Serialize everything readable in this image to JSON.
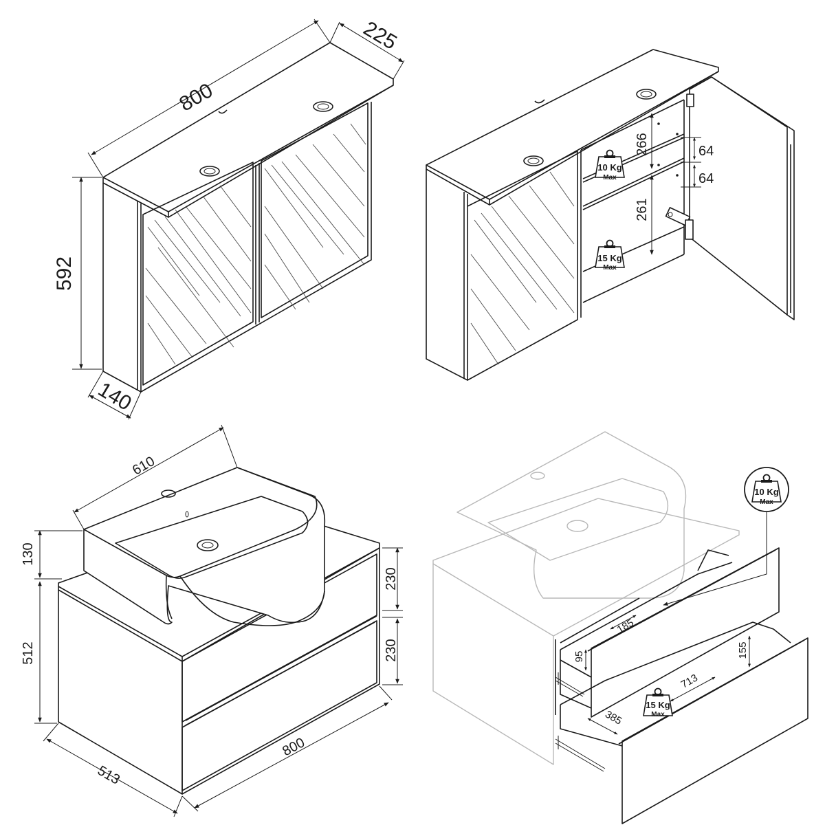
{
  "mirror_cabinet": {
    "width": "800",
    "depth_top": "225",
    "height": "592",
    "depth_body": "140"
  },
  "mirror_cabinet_open": {
    "shelf_gap_top": "266",
    "shelf_gap_bottom": "261",
    "shelf_offset_1": "64",
    "shelf_offset_2": "64",
    "load_top": {
      "weight": "10 Kg",
      "max": "Max"
    },
    "load_bottom": {
      "weight": "15 Kg",
      "max": "Max"
    }
  },
  "vanity": {
    "basin_width": "610",
    "basin_height": "130",
    "cabinet_height": "512",
    "drawer_front_top": "230",
    "drawer_front_bottom": "230",
    "width": "800",
    "depth": "513"
  },
  "vanity_open": {
    "load_top": {
      "weight": "10 Kg",
      "max": "Max"
    },
    "load_bottom": {
      "weight": "15 Kg",
      "max": "Max"
    },
    "drawer_inner_depth_top": "185",
    "drawer_side_height_top": "95",
    "drawer_side_height_bottom": "155",
    "drawer_inner_width": "713",
    "drawer_inner_depth_bottom": "385"
  }
}
